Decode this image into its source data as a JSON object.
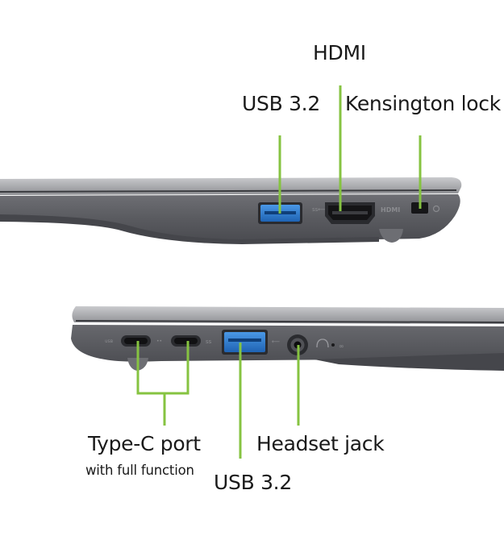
{
  "top_view": {
    "labels": {
      "hdmi": "HDMI",
      "usb": "USB 3.2",
      "kensington": "Kensington lock"
    }
  },
  "bottom_view": {
    "labels": {
      "typec_title": "Type-C port",
      "typec_sub": "with full function",
      "usb": "USB 3.2",
      "headset": "Headset jack"
    }
  },
  "colors": {
    "callout_green": "#86c341",
    "chassis_dark": "#5c5d62",
    "chassis_light": "#a9aaae",
    "usb_blue": "#2f7fd1",
    "port_black": "#1b1b1d"
  }
}
